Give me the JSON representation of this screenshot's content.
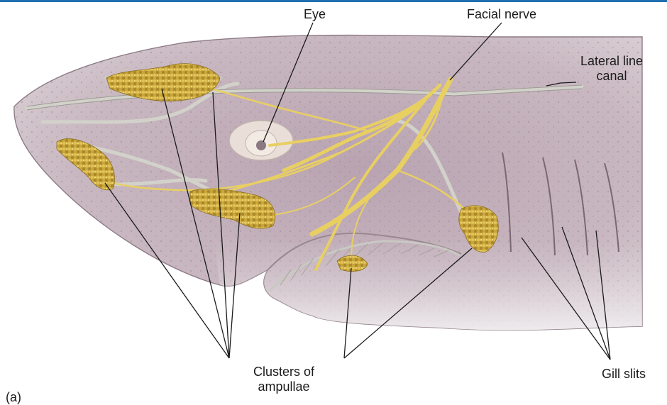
{
  "labels": {
    "eye": "Eye",
    "facial_nerve": "Facial nerve",
    "lateral_line_canal_1": "Lateral line",
    "lateral_line_canal_2": "canal",
    "clusters_1": "Clusters of",
    "clusters_2": "ampullae",
    "gill_slits": "Gill slits",
    "panel": "(a)"
  },
  "colors": {
    "top_border": "#1f6fb0",
    "skin": "#c9b9c2",
    "skin_dark": "#a8909e",
    "nerve": "#e8cf62",
    "canal": "#d8d8d0",
    "ampullae": "#c9a63a",
    "leader": "#1a1a1a"
  }
}
